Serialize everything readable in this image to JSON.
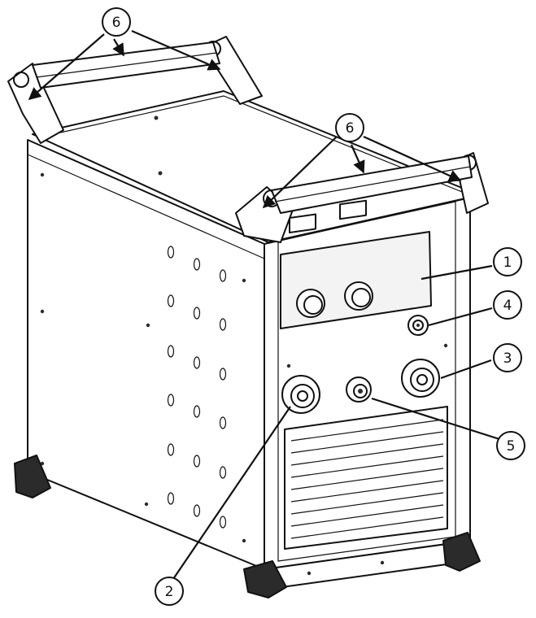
{
  "diagram": {
    "callouts": [
      {
        "id": "c6a",
        "label": "6"
      },
      {
        "id": "c6b",
        "label": "6"
      },
      {
        "id": "c1",
        "label": "1"
      },
      {
        "id": "c4",
        "label": "4"
      },
      {
        "id": "c3",
        "label": "3"
      },
      {
        "id": "c5",
        "label": "5"
      },
      {
        "id": "c2",
        "label": "2"
      }
    ],
    "colors": {
      "line": "#111111",
      "body": "#ffffff",
      "dark": "#2b2b2b",
      "panel": "#f3f3f3"
    }
  }
}
